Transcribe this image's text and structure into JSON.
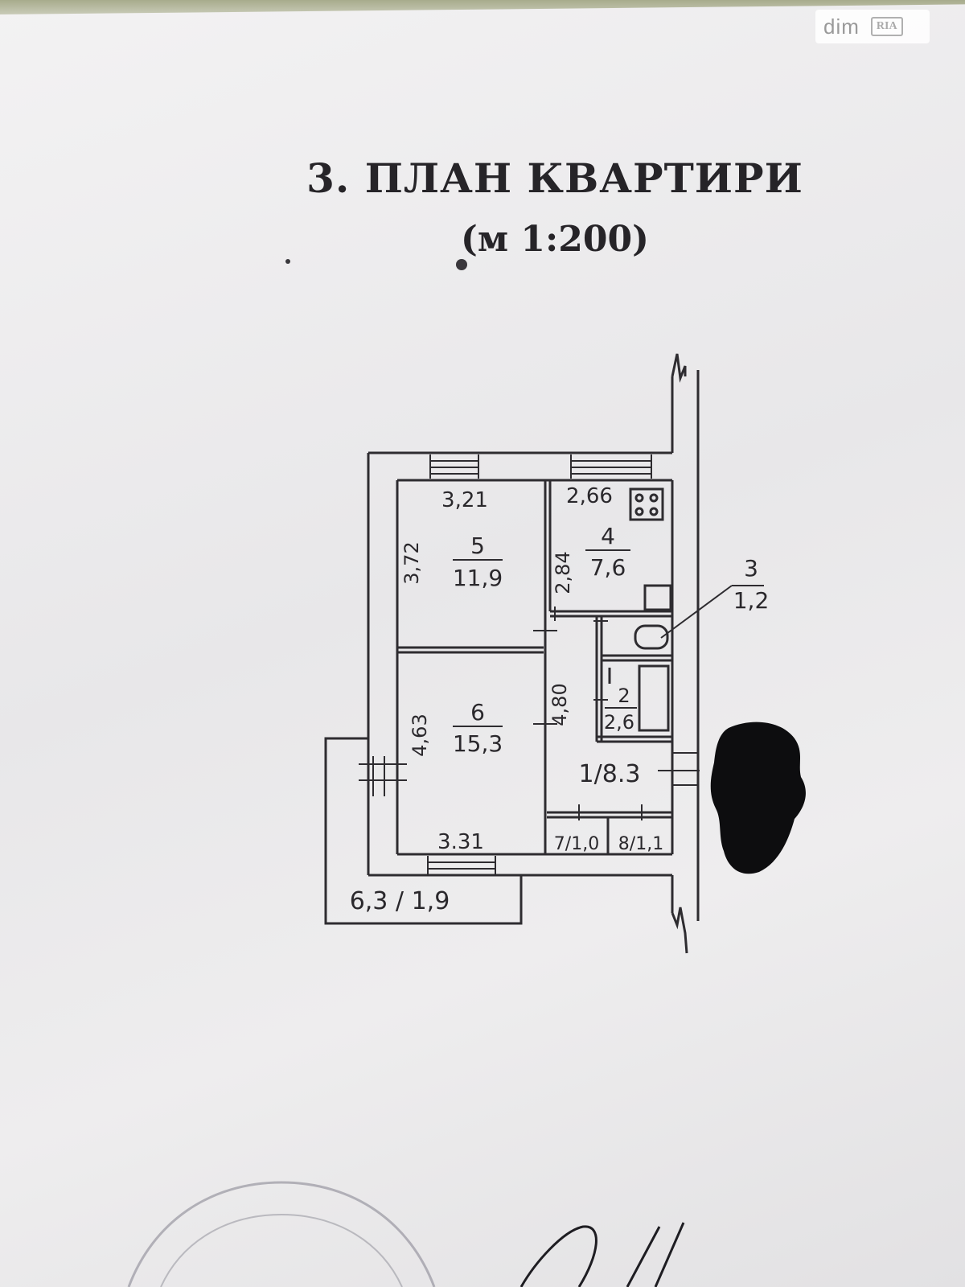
{
  "watermark": {
    "brand_left": "dim",
    "brand_right": "RIA"
  },
  "title": "3. ПЛАН КВАРТИРИ",
  "scale": "(м 1:200)",
  "rooms": [
    {
      "number": "5",
      "area": "11,9"
    },
    {
      "number": "4",
      "area": "7,6"
    },
    {
      "number": "6",
      "area": "15,3"
    },
    {
      "number": "3",
      "area": "1,2"
    },
    {
      "number": "2",
      "area": "2,6"
    },
    {
      "label": "1/8.3"
    },
    {
      "label": "7/1,0"
    },
    {
      "label": "8/1,1"
    }
  ],
  "dimensions": {
    "room5_width": "3,21",
    "room5_depth": "3,72",
    "room4_width": "2,66",
    "room4_depth": "2,84",
    "room6_depth": "4,63",
    "room6_width": "3.31",
    "corridor_depth": "4,80"
  },
  "balcony_label": "6,3 / 1,9"
}
